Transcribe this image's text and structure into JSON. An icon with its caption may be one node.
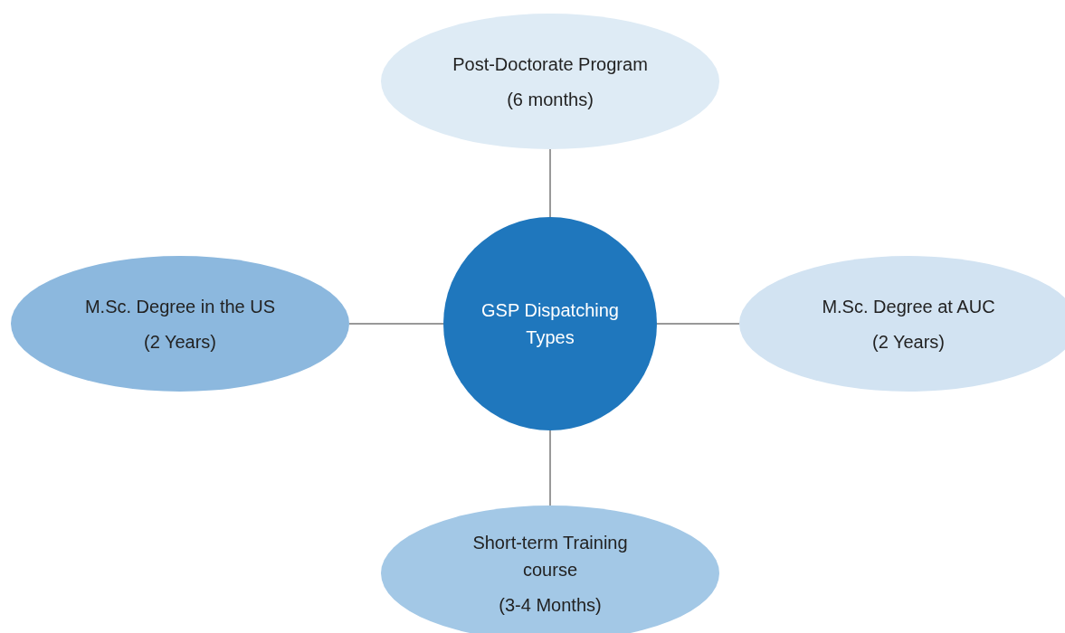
{
  "diagram": {
    "nodes": [
      {
        "text": [
          "Post-Doctorate Program",
          "(6 months)"
        ]
      },
      {
        "text": [
          "M.Sc. Degree in the US",
          "(2 Years)"
        ]
      },
      {
        "text": [
          "GSP Dispatching Types"
        ]
      },
      {
        "text": [
          "M.Sc. Degree at AUC",
          "(2 Years)"
        ]
      },
      {
        "text": [
          "Short-term Training course",
          "(3-4 Months)"
        ]
      }
    ],
    "edges": [
      {
        "from": 2,
        "to": 0,
        "arrow": "none"
      },
      {
        "from": 1,
        "to": 2,
        "arrow": "none"
      },
      {
        "from": 2,
        "to": 3,
        "arrow": "none"
      },
      {
        "from": 2,
        "to": 4,
        "arrow": "none"
      }
    ]
  }
}
